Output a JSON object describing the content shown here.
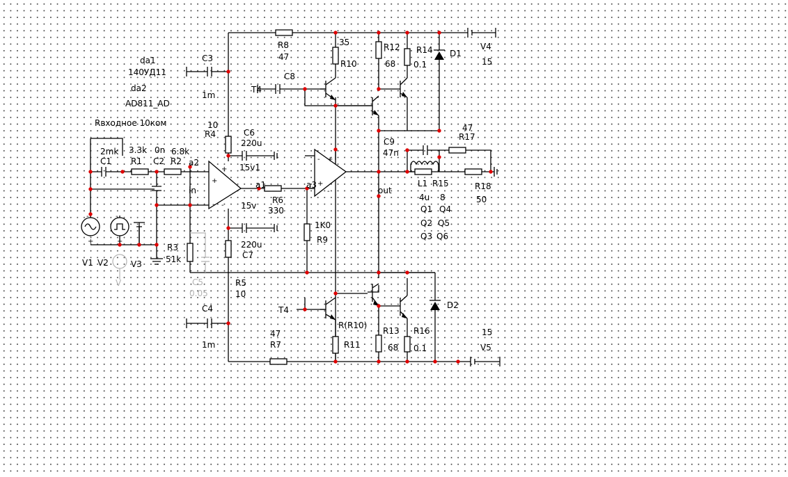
{
  "notes": {
    "da1": "da1",
    "da1_part": "140УД11",
    "da2": "da2",
    "da2_part": "AD811_AD",
    "input_resistance": "Rвходное 10ком"
  },
  "components": {
    "C1": {
      "name": "C1",
      "value": "2mk"
    },
    "R1": {
      "name": "R1",
      "value": "3.3k"
    },
    "C2": {
      "name": "C2",
      "value": "0n"
    },
    "R2": {
      "name": "R2",
      "value": "6.8k"
    },
    "R3": {
      "name": "R3",
      "value": "51k"
    },
    "C3": {
      "name": "C3",
      "value": "1m"
    },
    "C4": {
      "name": "C4",
      "value": "1m"
    },
    "R4": {
      "name": "R4",
      "value": "10"
    },
    "R5": {
      "name": "R5",
      "value": "10"
    },
    "C5": {
      "name": "C5",
      "value": "0.05"
    },
    "C6": {
      "name": "C6",
      "value": "220u"
    },
    "C7": {
      "name": "C7",
      "value": "220u"
    },
    "R6": {
      "name": "R6",
      "value": "330"
    },
    "R7": {
      "name": "R7",
      "value": "47"
    },
    "R8": {
      "name": "R8",
      "value": "47"
    },
    "R9": {
      "name": "R9",
      "value": "1K0"
    },
    "C8": {
      "name": "C8"
    },
    "R10": {
      "name": "R10",
      "value": "35"
    },
    "R11": {
      "name": "R11",
      "value": "R(R10)"
    },
    "R12": {
      "name": "R12",
      "value": "68"
    },
    "R13": {
      "name": "R13",
      "value": "68"
    },
    "R14": {
      "name": "R14",
      "value": "0.1"
    },
    "R16": {
      "name": "R16",
      "value": "0.1"
    },
    "C9": {
      "name": "C9",
      "value": "47n"
    },
    "R17": {
      "name": "R17",
      "value": "47"
    },
    "L1": {
      "name": "L1",
      "value": "4u"
    },
    "R15": {
      "name": "R15",
      "value": "8"
    },
    "R18": {
      "name": "R18",
      "value": "50"
    },
    "D1": {
      "name": "D1"
    },
    "D2": {
      "name": "D2"
    },
    "V1": {
      "name": "V1"
    },
    "V2": {
      "name": "V2"
    },
    "V3": {
      "name": "V3"
    },
    "V4": {
      "name": "V4",
      "value": "15"
    },
    "V5": {
      "name": "V5",
      "value": "15"
    },
    "T4_top": {
      "name": "T4"
    },
    "T4_bot": {
      "name": "T4"
    }
  },
  "transistors": {
    "col1": [
      "Q1",
      "Q2",
      "Q3"
    ],
    "col2": [
      "Q4",
      "Q5",
      "Q6"
    ]
  },
  "nets": {
    "a1": "a1",
    "a2": "a2",
    "a3": "a3",
    "in": "in",
    "out": "out",
    "15v1": "15v1",
    "15v": "15v"
  },
  "ghost": {
    "v_label": "V"
  },
  "pins": {
    "plus": "+",
    "minus": "-"
  }
}
